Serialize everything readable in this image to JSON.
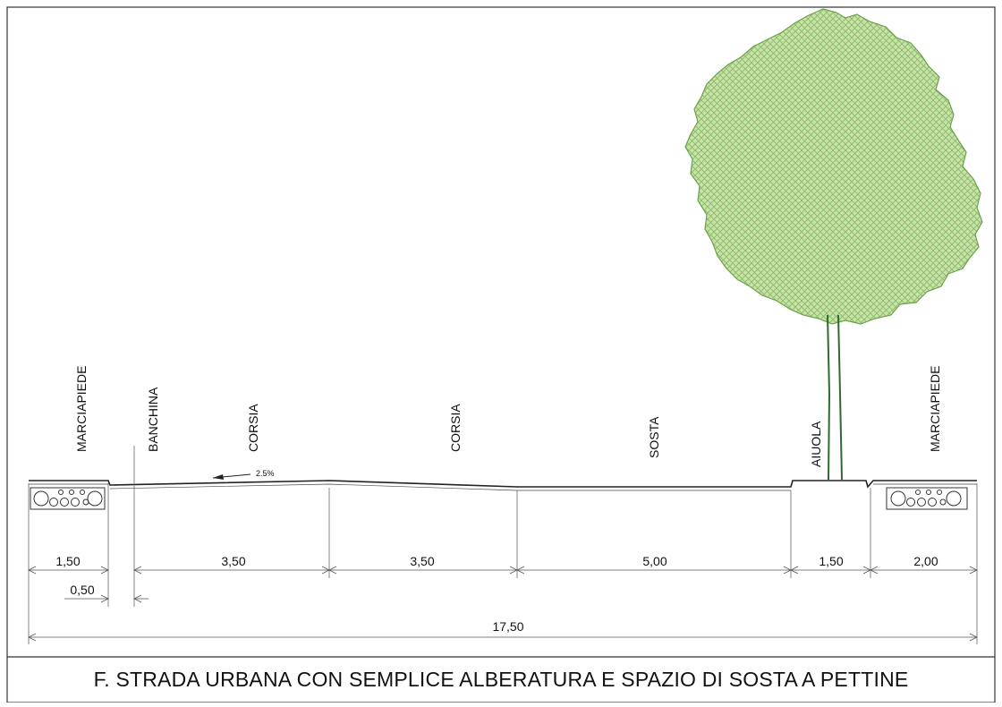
{
  "labels": {
    "sidewalk_left": "MARCIAPIEDE",
    "shoulder": "BANCHINA",
    "lane_1": "CORSIA",
    "lane_2": "CORSIA",
    "parking": "SOSTA",
    "planter": "AIUOLA",
    "sidewalk_right": "MARCIAPIEDE"
  },
  "slope": "2.5%",
  "dimensions": {
    "sidewalk_left": "1,50",
    "shoulder": "0,50",
    "lane_1": "3,50",
    "lane_2": "3,50",
    "parking": "5,00",
    "planter": "1,50",
    "sidewalk_right": "2,00",
    "total": "17,50"
  },
  "caption": "F. STRADA URBANA CON SEMPLICE ALBERATURA E SPAZIO DI SOSTA A PETTINE",
  "colors": {
    "line": "#222222",
    "tree_fill": "#c6dfa4",
    "tree_hatch": "#7fb35c",
    "trunk": "#2f6b2f"
  }
}
